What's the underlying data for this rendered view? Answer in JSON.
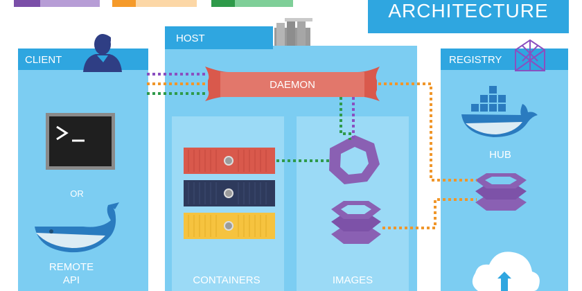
{
  "title": "ARCHITECTURE",
  "panels": {
    "client": "CLIENT",
    "host": "HOST",
    "registry": "REGISTRY"
  },
  "daemon": "DAEMON",
  "client_items": {
    "or": "OR",
    "remote_api_line1": "REMOTE",
    "remote_api_line2": "API"
  },
  "host_sections": {
    "containers": "CONTAINERS",
    "images": "IMAGES"
  },
  "registry_items": {
    "hub": "HUB"
  },
  "colors": {
    "panel_light": "#7ccdf2",
    "panel_header": "#2fa6e0",
    "inner_box": "#9bdaf6",
    "daemon": "#e2776b",
    "container_red": "#d9594c",
    "container_navy": "#2e3a5c",
    "container_yellow": "#f6c33f",
    "image_purple": "#8a60b3",
    "link_purple": "#8a4fc0",
    "link_orange": "#f0962a",
    "link_green": "#2f9a4a"
  },
  "legend_swatches": [
    "#7b4fa8",
    "#f59a2a",
    "#2f9a4a"
  ]
}
